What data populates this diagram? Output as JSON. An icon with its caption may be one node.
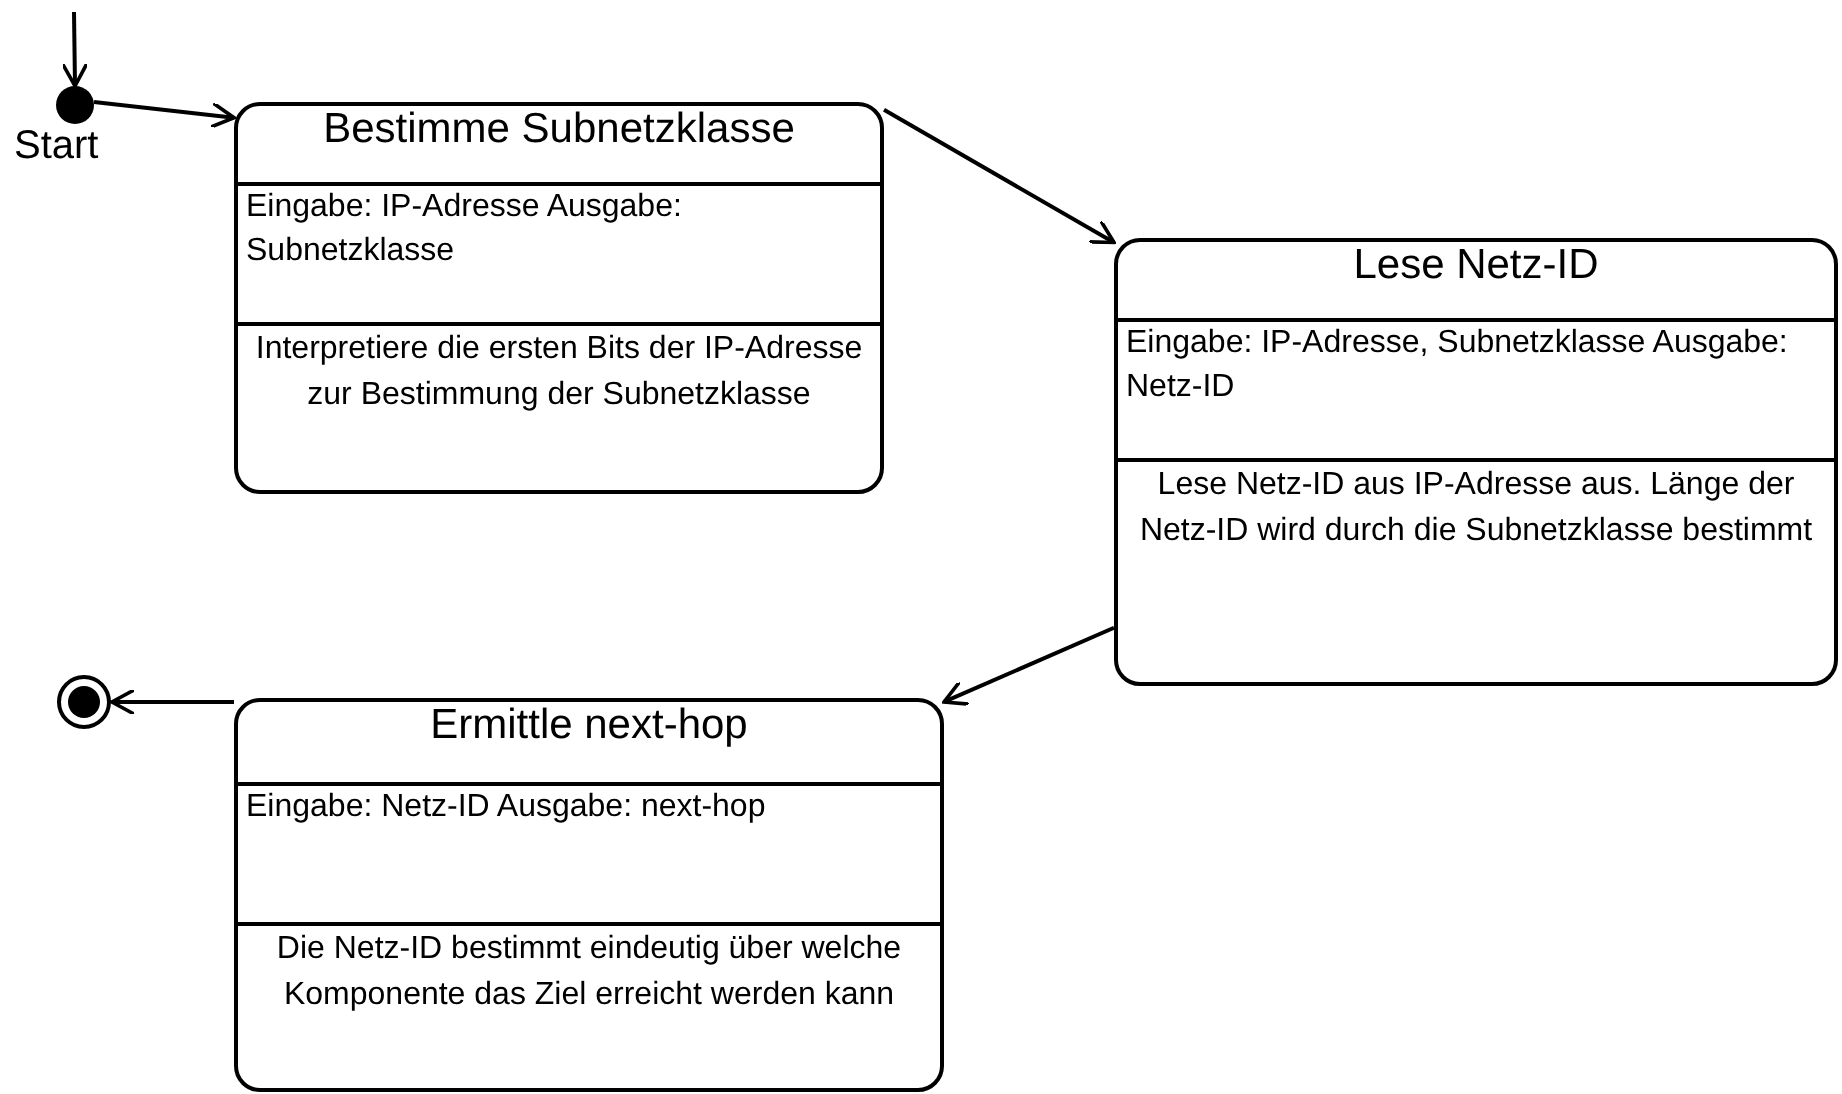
{
  "diagram": {
    "nodes": [
      {
        "text": [],
        "shape": "circle",
        "beside": [
          "Start"
        ]
      },
      {
        "text": [
          "Bestimme Subnetzklasse",
          "Eingabe: IP-Adresse Ausgabe: Subnetzklasse",
          "Interpretiere die ersten Bits der IP-Adresse zur Bestimmung der Subnetzklasse"
        ]
      },
      {
        "text": [
          "Lese Netz-ID",
          "Eingabe: IP-Adresse, Subnetzklasse Ausgabe: Netz-ID",
          "Lese Netz-ID aus IP-Adresse aus. Länge der Netz-ID wird durch die Subnetzklasse bestimmt"
        ]
      },
      {
        "text": [
          "Ermittle next-hop",
          "Eingabe: Netz-ID Ausgabe: next-hop",
          "Die Netz-ID bestimmt eindeutig über welche Komponente das Ziel erreicht werden kann"
        ]
      },
      {
        "text": [],
        "shape": "circle"
      }
    ],
    "edges": [
      {
        "from": null,
        "to": 0,
        "arrow": "to"
      },
      {
        "from": 0,
        "to": 1,
        "arrow": "to"
      },
      {
        "from": 1,
        "to": 2,
        "arrow": "to"
      },
      {
        "from": 2,
        "to": 3,
        "arrow": "to"
      },
      {
        "from": 3,
        "to": 4,
        "arrow": "to"
      }
    ]
  }
}
